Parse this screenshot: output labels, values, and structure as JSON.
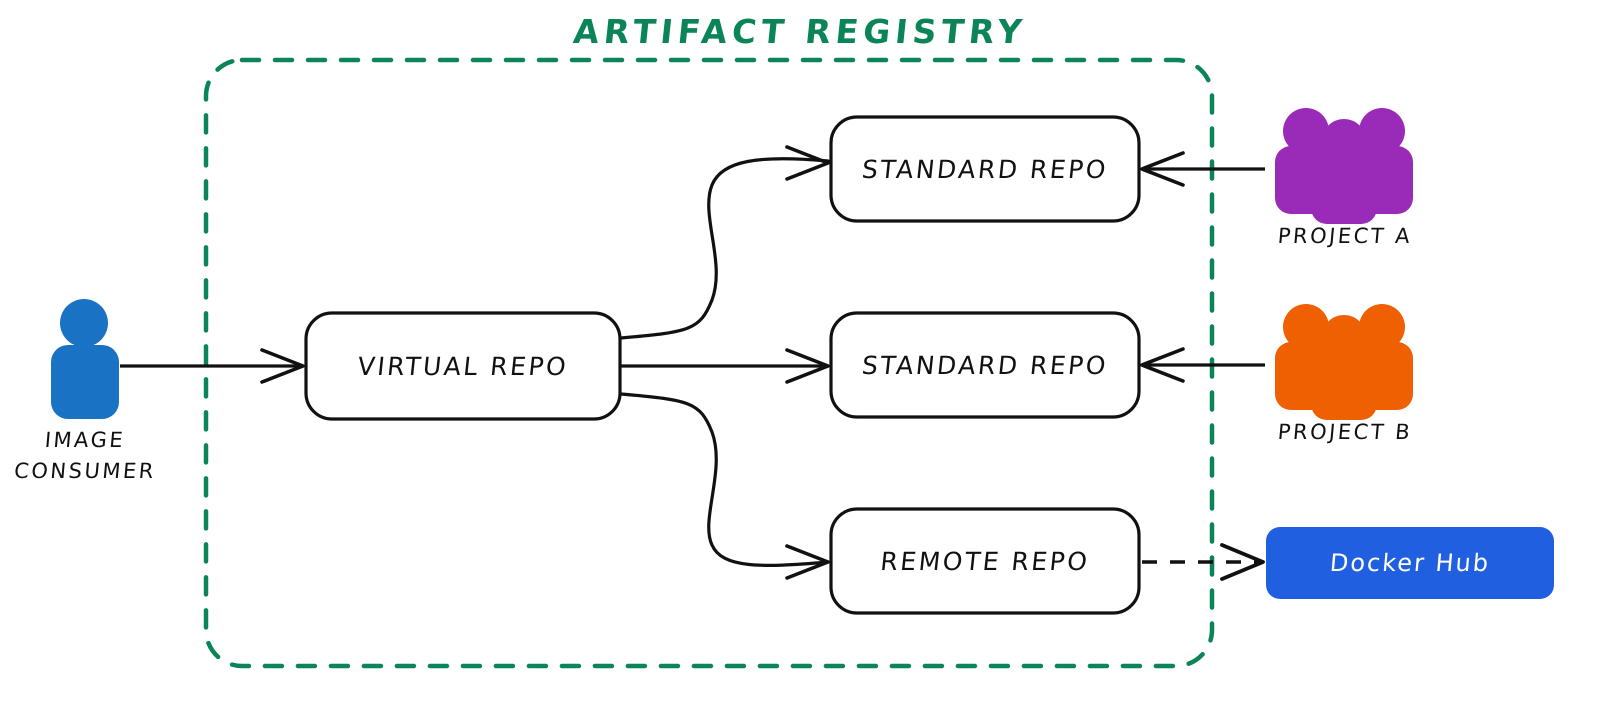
{
  "diagram": {
    "title": "ARTIFACT REGISTRY",
    "boundary": {
      "style": "dashed",
      "color": "#0b8457",
      "label": "ARTIFACT REGISTRY"
    },
    "colors": {
      "title_green": "#0b8457",
      "boundary_green": "#0b8457",
      "consumer_blue": "#1a72c4",
      "project_a_purple": "#9a2bb8",
      "project_b_orange": "#ee6002",
      "docker_hub_blue": "#1f5fe0",
      "stroke_black": "#111111",
      "box_fill": "#ffffff"
    },
    "nodes": [
      {
        "id": "image-consumer",
        "label": "IMAGE",
        "label_line2": "CONSUMER",
        "icon": "person-icon",
        "color": "#1a72c4"
      },
      {
        "id": "virtual-repo",
        "label": "VIRTUAL REPO",
        "shape": "rounded-rect"
      },
      {
        "id": "standard-repo-top",
        "label": "STANDARD REPO",
        "shape": "rounded-rect"
      },
      {
        "id": "standard-repo-middle",
        "label": "STANDARD REPO",
        "shape": "rounded-rect"
      },
      {
        "id": "remote-repo",
        "label": "REMOTE REPO",
        "shape": "rounded-rect"
      },
      {
        "id": "project-a",
        "label": "PROJECT A",
        "icon": "group-icon",
        "color": "#9a2bb8"
      },
      {
        "id": "project-b",
        "label": "PROJECT B",
        "icon": "group-icon",
        "color": "#ee6002"
      },
      {
        "id": "docker-hub",
        "label": "Docker Hub",
        "shape": "rounded-rect-filled",
        "color": "#1f5fe0"
      }
    ],
    "edges": [
      {
        "from": "image-consumer",
        "to": "virtual-repo",
        "style": "solid",
        "arrow": "end"
      },
      {
        "from": "virtual-repo",
        "to": "standard-repo-top",
        "style": "solid-curved",
        "arrow": "end"
      },
      {
        "from": "virtual-repo",
        "to": "standard-repo-middle",
        "style": "solid",
        "arrow": "end"
      },
      {
        "from": "virtual-repo",
        "to": "remote-repo",
        "style": "solid-curved",
        "arrow": "end"
      },
      {
        "from": "project-a",
        "to": "standard-repo-top",
        "style": "solid",
        "arrow": "end"
      },
      {
        "from": "project-b",
        "to": "standard-repo-middle",
        "style": "solid",
        "arrow": "end"
      },
      {
        "from": "remote-repo",
        "to": "docker-hub",
        "style": "dashed",
        "arrow": "end"
      }
    ]
  }
}
